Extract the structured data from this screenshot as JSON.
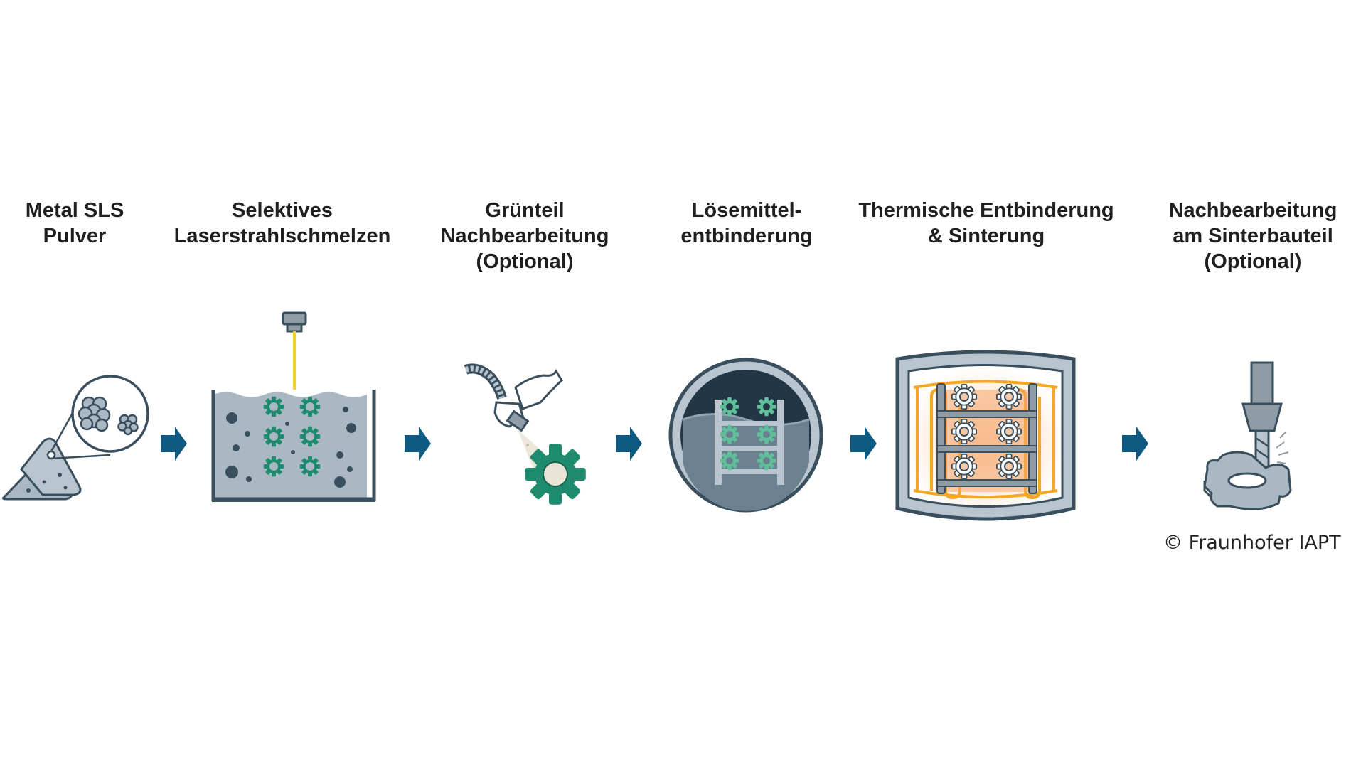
{
  "steps": [
    {
      "id": "metal-sls-powder",
      "title": "Metal SLS\nPulver"
    },
    {
      "id": "selective-laser-melting",
      "title": "Selektives\nLaserstrahlschmelzen"
    },
    {
      "id": "green-part-postprocessing",
      "title": "Grünteil\nNachbearbeitung\n(Optional)"
    },
    {
      "id": "solvent-debinding",
      "title": "Lösemittel-\nentbinderung"
    },
    {
      "id": "thermal-debinding-sintering",
      "title": "Thermische Entbinderung\n& Sinterung"
    },
    {
      "id": "sintered-part-postprocessing",
      "title": "Nachbearbeitung\nam Sinterbauteil\n(Optional)"
    }
  ],
  "credit": "© Fraunhofer IAPT",
  "colors": {
    "arrow": "#0e5a80",
    "outline": "#3a4f5e",
    "powder": "#a9b8c3",
    "gear_green": "#1e8a6e",
    "gear_light": "#5fbf9a",
    "laser": "#f2cf2e",
    "heat_orange": "#f5a623",
    "glow": "#fbd3b5",
    "metal": "#8f9ba5"
  },
  "icons": [
    "powder-pile-icon",
    "magnifier-icon",
    "powder-bed-icon",
    "laser-head-icon",
    "hand-sprayer-icon",
    "gear-icon",
    "solvent-tank-icon",
    "sinter-furnace-icon",
    "milling-tool-icon",
    "arrow-right-icon"
  ]
}
